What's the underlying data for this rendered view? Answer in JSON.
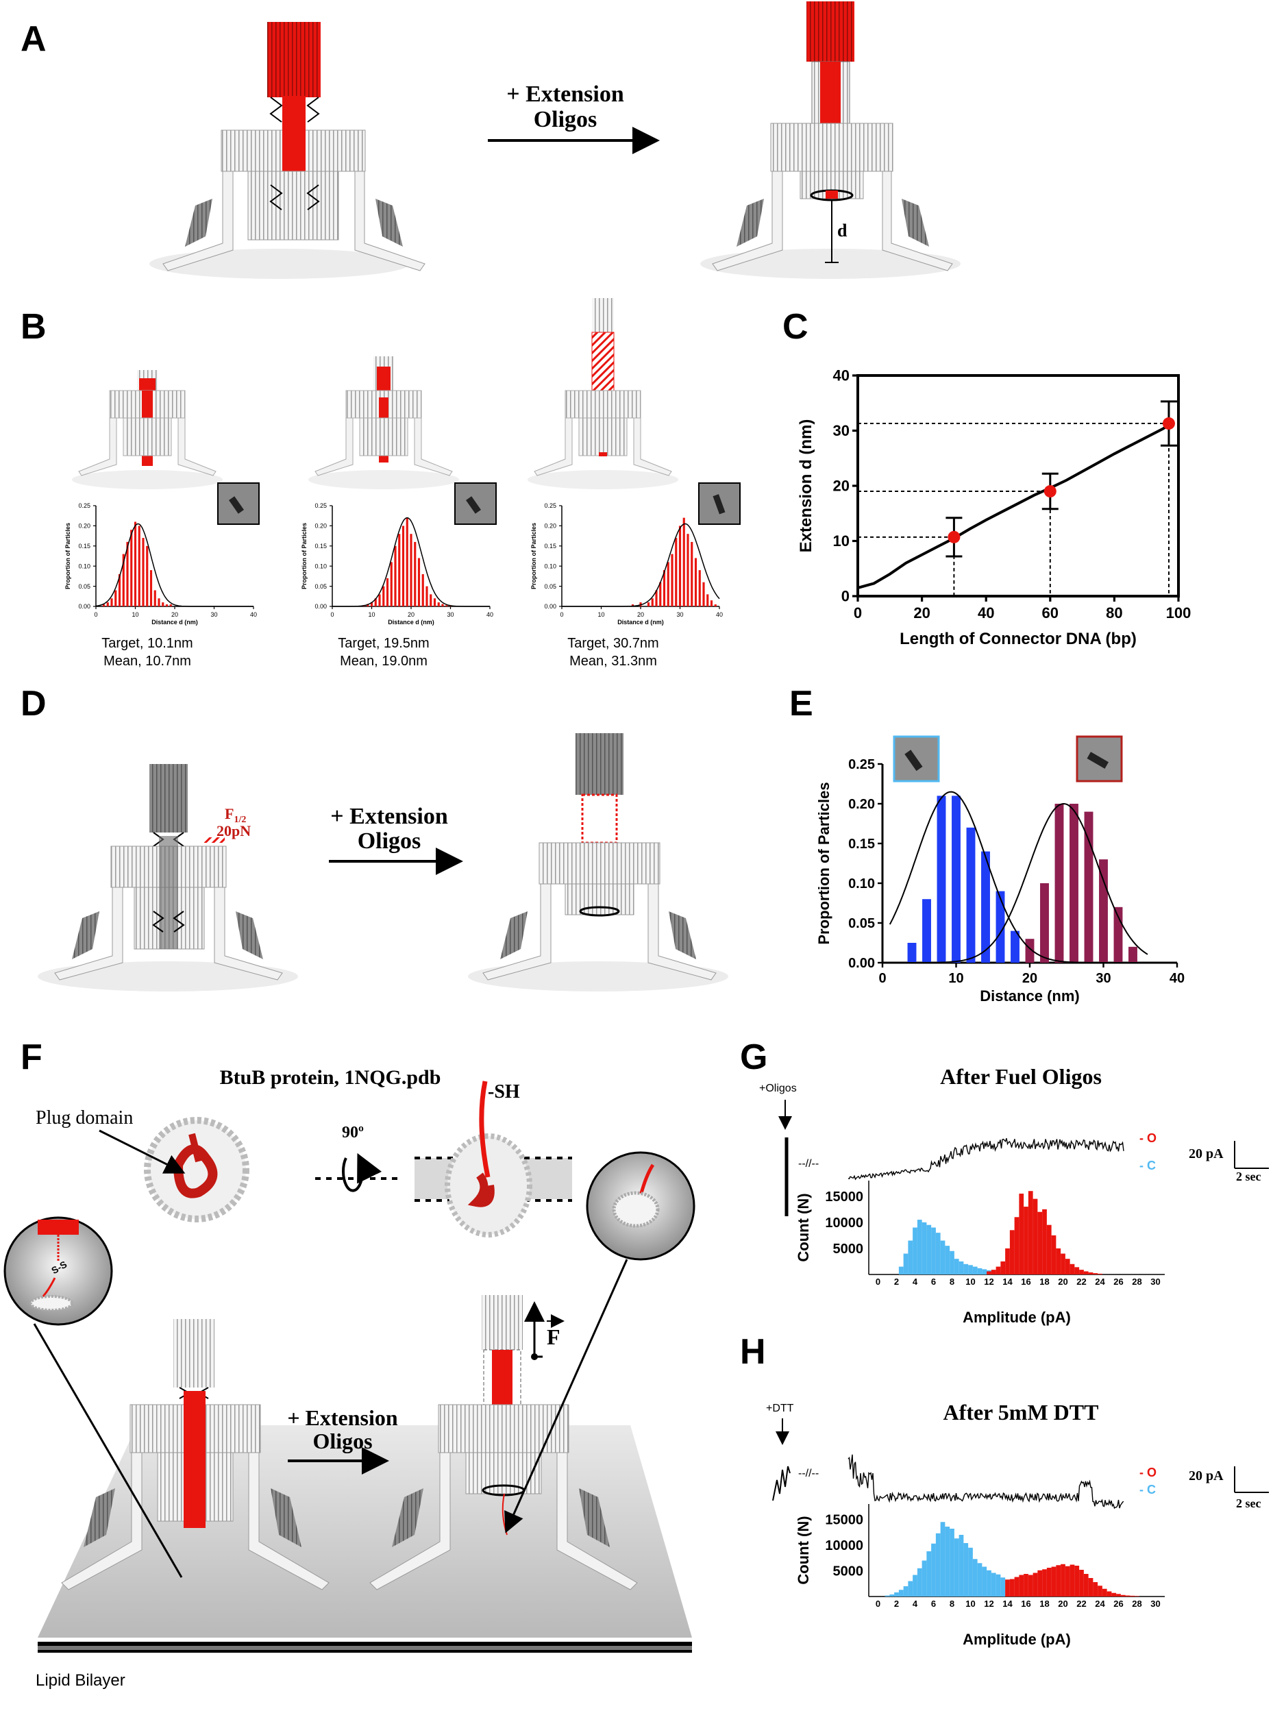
{
  "colors": {
    "red": "#e8150f",
    "blue": "#1f3df5",
    "maroon": "#8e1f4f",
    "lightblue": "#52b9f2",
    "darkred": "#b3201c",
    "grey": "#7d7d7d"
  },
  "panel_letters": {
    "A": "A",
    "B": "B",
    "C": "C",
    "D": "D",
    "E": "E",
    "F": "F",
    "G": "G",
    "H": "H"
  },
  "panelA": {
    "arrow_label_1": "+ Extension",
    "arrow_label_2": "Oligos",
    "d_label": "d"
  },
  "panelB": {
    "ylabel": "Proportion of Particles",
    "xlabel": "Distance d (nm)",
    "captions": [
      {
        "target": "Target, 10.1nm",
        "mean": "Mean, 10.7nm"
      },
      {
        "target": "Target, 19.5nm",
        "mean": "Mean, 19.0nm"
      },
      {
        "target": "Target, 30.7nm",
        "mean": "Mean, 31.3nm"
      }
    ]
  },
  "panelD": {
    "arrow_label_1": "+ Extension",
    "arrow_label_2": "Oligos",
    "force_label_main": "F",
    "force_label_sub": "1/2",
    "force_value": "20pN"
  },
  "panelF": {
    "title": "BtuB protein, 1NQG.pdb",
    "plug_label": "Plug domain",
    "rotation_label": "90º",
    "sh_label": "-SH",
    "ss_label": "S-S",
    "arrow_label_1": "+ Extension",
    "arrow_label_2": "Oligos",
    "force_label": "F",
    "bilayer_label": "Lipid Bilayer"
  },
  "panelG": {
    "title": "After Fuel Oligos",
    "trigger": "+Oligos",
    "break_mark": "--//--",
    "open_label": "- O",
    "closed_label": "- C",
    "scale_current": "20 pA",
    "scale_time": "2 sec"
  },
  "panelH": {
    "title": "After 5mM DTT",
    "trigger": "+DTT",
    "break_mark": "--//--",
    "open_label": "- O",
    "closed_label": "- C",
    "scale_current": "20 pA",
    "scale_time": "2 sec"
  },
  "chart_data": [
    {
      "id": "B1",
      "type": "bar",
      "x": [
        1,
        2,
        3,
        4,
        5,
        6,
        7,
        8,
        9,
        10,
        11,
        12,
        13,
        14,
        15,
        16,
        17,
        18,
        19,
        20
      ],
      "values": [
        0,
        0.005,
        0.01,
        0.02,
        0.04,
        0.08,
        0.13,
        0.16,
        0.19,
        0.21,
        0.2,
        0.17,
        0.15,
        0.09,
        0.04,
        0.02,
        0.01,
        0.005,
        0.005,
        0
      ],
      "fit": {
        "mean": 10.7,
        "sd": 3.3,
        "peak": 0.205
      },
      "xlim": [
        0,
        40
      ],
      "ylim": [
        0,
        0.25
      ],
      "xticks": [
        "0",
        "10",
        "20",
        "30",
        "40"
      ],
      "yticks": [
        "0.00",
        "0.05",
        "0.10",
        "0.15",
        "0.20",
        "0.25"
      ],
      "ylabel": "Proportion of Particles",
      "xlabel": "Distance d (nm)"
    },
    {
      "id": "B2",
      "type": "bar",
      "x": [
        8,
        9,
        10,
        11,
        12,
        13,
        14,
        15,
        16,
        17,
        18,
        19,
        20,
        21,
        22,
        23,
        24,
        25,
        26,
        27,
        28,
        29,
        30
      ],
      "values": [
        0.003,
        0.006,
        0.01,
        0.02,
        0.03,
        0.05,
        0.07,
        0.11,
        0.15,
        0.18,
        0.2,
        0.22,
        0.18,
        0.16,
        0.12,
        0.08,
        0.05,
        0.03,
        0.02,
        0.01,
        0.006,
        0.003,
        0.002
      ],
      "fit": {
        "mean": 19.0,
        "sd": 3.6,
        "peak": 0.22
      },
      "xlim": [
        0,
        40
      ],
      "ylim": [
        0,
        0.25
      ],
      "xticks": [
        "0",
        "10",
        "20",
        "30",
        "40"
      ],
      "yticks": [
        "0.00",
        "0.05",
        "0.10",
        "0.15",
        "0.20",
        "0.25"
      ],
      "ylabel": "Proportion of Particles",
      "xlabel": "Distance d (nm)"
    },
    {
      "id": "B3",
      "type": "bar",
      "x": [
        18,
        20,
        22,
        23,
        24,
        25,
        26,
        27,
        28,
        29,
        30,
        31,
        32,
        33,
        34,
        35,
        36,
        37,
        38,
        39
      ],
      "values": [
        0.005,
        0.01,
        0.01,
        0.02,
        0.04,
        0.06,
        0.09,
        0.11,
        0.13,
        0.17,
        0.2,
        0.22,
        0.18,
        0.16,
        0.12,
        0.09,
        0.06,
        0.03,
        0.015,
        0.005
      ],
      "fit": {
        "mean": 31.3,
        "sd": 4.0,
        "peak": 0.205
      },
      "xlim": [
        0,
        40
      ],
      "ylim": [
        0,
        0.25
      ],
      "xticks": [
        "0",
        "10",
        "20",
        "30",
        "40"
      ],
      "yticks": [
        "0.00",
        "0.05",
        "0.10",
        "0.15",
        "0.20",
        "0.25"
      ],
      "ylabel": "Proportion of Particles",
      "xlabel": "Distance d (nm)"
    },
    {
      "id": "C",
      "type": "line",
      "curve": {
        "x": [
          0,
          5,
          10,
          15,
          20,
          25,
          30,
          35,
          40,
          45,
          50,
          55,
          60,
          65,
          70,
          75,
          80,
          85,
          90,
          95,
          98
        ],
        "y": [
          1.5,
          2.3,
          4.0,
          6.0,
          7.5,
          9.0,
          10.5,
          12.2,
          13.8,
          15.3,
          16.8,
          18.3,
          19.6,
          21.0,
          22.6,
          24.2,
          25.8,
          27.3,
          28.8,
          30.3,
          31.3
        ]
      },
      "points": [
        {
          "x": 30,
          "y": 10.7,
          "err": 3.5
        },
        {
          "x": 60,
          "y": 19.0,
          "err": 3.2
        },
        {
          "x": 97,
          "y": 31.3,
          "err": 4.0
        }
      ],
      "xlim": [
        0,
        100
      ],
      "ylim": [
        0,
        40
      ],
      "xticks": [
        "0",
        "20",
        "40",
        "60",
        "80",
        "100"
      ],
      "yticks": [
        "0",
        "10",
        "20",
        "30",
        "40"
      ],
      "xlabel": "Length of Connector DNA (bp)",
      "ylabel": "Extension d (nm)"
    },
    {
      "id": "E",
      "type": "bar",
      "series": [
        {
          "x": [
            4,
            6,
            8,
            10,
            12,
            14,
            16,
            18
          ],
          "values": [
            0.025,
            0.08,
            0.21,
            0.21,
            0.17,
            0.14,
            0.09,
            0.04
          ],
          "fit": {
            "mean": 9.3,
            "sd": 4.8,
            "peak": 0.215
          }
        },
        {
          "x": [
            20,
            22,
            24,
            26,
            28,
            30,
            32,
            34
          ],
          "values": [
            0.03,
            0.1,
            0.2,
            0.2,
            0.19,
            0.13,
            0.07,
            0.02
          ],
          "fit": {
            "mean": 24.6,
            "sd": 4.7,
            "peak": 0.2
          }
        }
      ],
      "xlim": [
        0,
        40
      ],
      "ylim": [
        0,
        0.25
      ],
      "xticks": [
        "0",
        "10",
        "20",
        "30",
        "40"
      ],
      "yticks": [
        "0.00",
        "0.05",
        "0.10",
        "0.15",
        "0.20",
        "0.25"
      ],
      "xlabel": "Distance (nm)",
      "ylabel": "Proportion of Particles"
    },
    {
      "id": "G",
      "type": "bar",
      "series": [
        {
          "x": [
            2.5,
            3,
            3.5,
            4,
            4.5,
            5,
            5.5,
            6,
            6.5,
            7,
            7.5,
            8,
            8.5,
            9,
            9.5,
            10,
            10.5,
            11,
            11.5,
            12,
            12.5,
            13,
            13.5
          ],
          "values": [
            1500,
            4000,
            6500,
            9000,
            10500,
            10000,
            9500,
            9000,
            8000,
            6500,
            5500,
            4500,
            3000,
            2500,
            2000,
            1800,
            1500,
            1200,
            1000,
            800,
            600,
            400,
            300
          ]
        },
        {
          "x": [
            12,
            12.5,
            13,
            13.5,
            14,
            14.5,
            15,
            15.5,
            16,
            16.5,
            17,
            17.5,
            18,
            18.5,
            19,
            19.5,
            20,
            20.5,
            21,
            21.5,
            22,
            22.5,
            23,
            23.5,
            24
          ],
          "values": [
            600,
            900,
            1500,
            2500,
            5000,
            8500,
            11000,
            15500,
            13000,
            16000,
            14500,
            12000,
            12500,
            9500,
            7500,
            5000,
            4000,
            3000,
            2000,
            1400,
            900,
            600,
            400,
            250,
            150
          ]
        }
      ],
      "xlim": [
        -1,
        31
      ],
      "ylim": [
        0,
        18000
      ],
      "xticks": [
        "0",
        "2",
        "4",
        "6",
        "8",
        "10",
        "12",
        "14",
        "16",
        "18",
        "20",
        "22",
        "24",
        "26",
        "28",
        "30"
      ],
      "yticks": [
        "5000",
        "10000",
        "15000"
      ],
      "xlabel": "Amplitude (pA)",
      "ylabel": "Count (N)"
    },
    {
      "id": "H",
      "type": "bar",
      "series": [
        {
          "x": [
            1,
            1.5,
            2,
            2.5,
            3,
            3.5,
            4,
            4.5,
            5,
            5.5,
            6,
            6.5,
            7,
            7.5,
            8,
            8.5,
            9,
            9.5,
            10,
            10.5,
            11,
            11.5,
            12,
            12.5,
            13,
            13.5
          ],
          "values": [
            200,
            400,
            800,
            1300,
            2000,
            3000,
            4200,
            5500,
            7000,
            8800,
            10300,
            12300,
            14500,
            13600,
            13200,
            11300,
            12000,
            10400,
            9500,
            7300,
            6500,
            5800,
            5100,
            4600,
            4300,
            3700
          ]
        },
        {
          "x": [
            14,
            14.5,
            15,
            15.5,
            16,
            16.5,
            17,
            17.5,
            18,
            18.5,
            19,
            19.5,
            20,
            20.5,
            21,
            21.5,
            22,
            22.5,
            23,
            23.5,
            24,
            24.5,
            25,
            25.5,
            26,
            26.5,
            27,
            27.5,
            28
          ],
          "values": [
            3300,
            3400,
            3800,
            4200,
            4400,
            4200,
            4600,
            5100,
            5300,
            5600,
            5800,
            6100,
            6300,
            5900,
            6200,
            6000,
            5200,
            4400,
            3600,
            2800,
            2100,
            1500,
            1000,
            700,
            500,
            300,
            200,
            150,
            80
          ]
        }
      ],
      "xlim": [
        -1,
        31
      ],
      "ylim": [
        0,
        18000
      ],
      "xticks": [
        "0",
        "2",
        "4",
        "6",
        "8",
        "10",
        "12",
        "14",
        "16",
        "18",
        "20",
        "22",
        "24",
        "26",
        "28",
        "30"
      ],
      "yticks": [
        "5000",
        "10000",
        "15000"
      ],
      "xlabel": "Amplitude (pA)",
      "ylabel": "Count (N)"
    }
  ]
}
